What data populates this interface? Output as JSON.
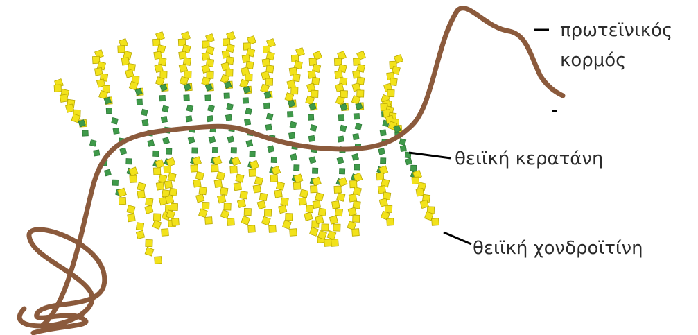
{
  "labels": {
    "protein_core_line1": "πρωτεϊνικός",
    "protein_core_line2": "κορμός",
    "keratan_sulfate": "θειϊκή κερατάνη",
    "chondroitin_sulfate": "θειϊκή χονδροϊτίνη"
  },
  "colors": {
    "protein_core": "#8b5a3c",
    "keratan_sulfate": "#3f9a4a",
    "chondroitin_sulfate": "#f2e21b",
    "leader_line": "#000000"
  }
}
